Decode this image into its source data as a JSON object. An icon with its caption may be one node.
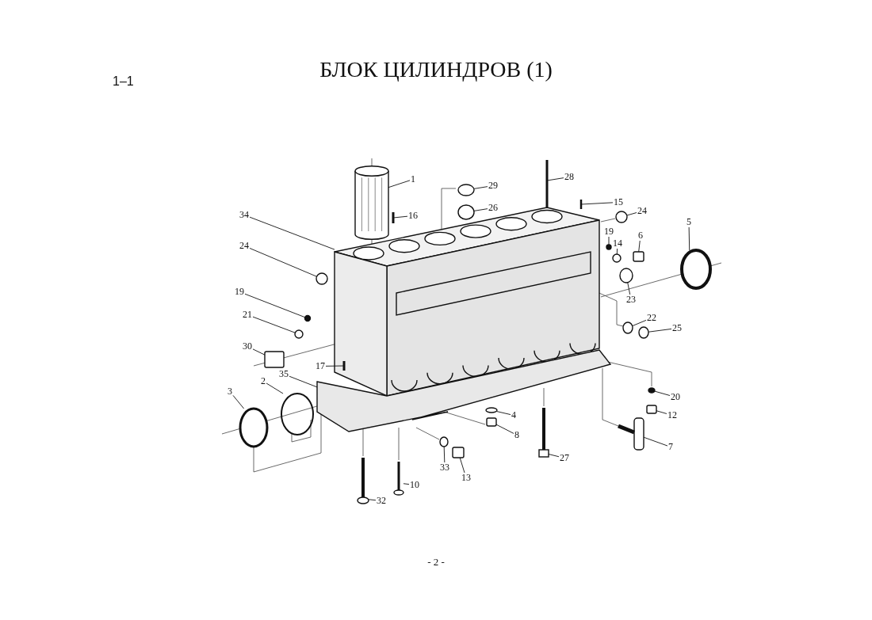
{
  "diagram": {
    "title": "БЛОК ЦИЛИНДРОВ (1)",
    "nodes": [
      {
        "text": [
          "1"
        ]
      },
      {
        "text": [
          "16"
        ]
      },
      {
        "text": [
          "29"
        ]
      },
      {
        "text": [
          "26"
        ]
      },
      {
        "text": [
          "28"
        ]
      },
      {
        "text": [
          "15"
        ]
      },
      {
        "text": [
          "24"
        ]
      },
      {
        "text": [
          "34"
        ]
      },
      {
        "text": [
          "24"
        ]
      },
      {
        "text": [
          "19"
        ]
      },
      {
        "text": [
          "21"
        ]
      },
      {
        "text": [
          "30"
        ]
      },
      {
        "text": [
          "19"
        ]
      },
      {
        "text": [
          "14"
        ]
      },
      {
        "text": [
          "6"
        ]
      },
      {
        "text": [
          "5"
        ]
      },
      {
        "text": [
          "23"
        ]
      },
      {
        "text": [
          "22"
        ]
      },
      {
        "text": [
          "25"
        ]
      },
      {
        "text": [
          "17"
        ]
      },
      {
        "text": [
          "35"
        ]
      },
      {
        "text": [
          "2"
        ]
      },
      {
        "text": [
          "3"
        ]
      },
      {
        "text": [
          "20"
        ]
      },
      {
        "text": [
          "4"
        ]
      },
      {
        "text": [
          "12"
        ]
      },
      {
        "text": [
          "8"
        ]
      },
      {
        "text": [
          "7"
        ]
      },
      {
        "text": [
          "27"
        ]
      },
      {
        "text": [
          "33"
        ]
      },
      {
        "text": [
          "13"
        ]
      },
      {
        "text": [
          "10"
        ]
      },
      {
        "text": [
          "32"
        ]
      },
      {
        "text": [],
        "shape": "cylinder"
      },
      {
        "text": [],
        "shape": "picture"
      },
      {
        "text": [],
        "shape": "circle"
      },
      {
        "text": [],
        "shape": "circle"
      },
      {
        "text": [],
        "shape": "picture"
      },
      {
        "text": [],
        "shape": "picture"
      },
      {
        "text": [],
        "shape": "circle"
      },
      {
        "text": [],
        "shape": "picture"
      },
      {
        "text": [],
        "shape": "circle"
      },
      {
        "text": [],
        "shape": "circle"
      },
      {
        "text": [],
        "shape": "circle"
      },
      {
        "text": [],
        "shape": "box"
      },
      {
        "text": [],
        "shape": "circle"
      },
      {
        "text": [],
        "shape": "circle"
      },
      {
        "text": [],
        "shape": "box"
      },
      {
        "text": [],
        "shape": "circle"
      },
      {
        "text": [],
        "shape": "circle"
      },
      {
        "text": [],
        "shape": "circle"
      },
      {
        "text": [],
        "shape": "circle"
      },
      {
        "text": [],
        "shape": "picture"
      },
      {
        "text": [],
        "shape": "picture"
      },
      {
        "text": [],
        "shape": "circle"
      },
      {
        "text": [],
        "shape": "circle"
      },
      {
        "text": [],
        "shape": "circle"
      },
      {
        "text": [],
        "shape": "circle"
      },
      {
        "text": [],
        "shape": "box"
      },
      {
        "text": [],
        "shape": "box"
      },
      {
        "text": [],
        "shape": "picture"
      },
      {
        "text": [],
        "shape": "picture"
      },
      {
        "text": [],
        "shape": "circle"
      },
      {
        "text": [],
        "shape": "box"
      },
      {
        "text": [],
        "shape": "picture"
      },
      {
        "text": [],
        "shape": "picture"
      }
    ],
    "edges": [
      {
        "from": 0,
        "to": 33,
        "arrow": "none"
      },
      {
        "from": 1,
        "to": 34,
        "arrow": "none"
      },
      {
        "from": 2,
        "to": 35,
        "arrow": "none"
      },
      {
        "from": 3,
        "to": 36,
        "arrow": "none"
      },
      {
        "from": 4,
        "to": 37,
        "arrow": "none"
      },
      {
        "from": 5,
        "to": 38,
        "arrow": "none"
      },
      {
        "from": 6,
        "to": 39,
        "arrow": "none"
      },
      {
        "from": 7,
        "to": 40,
        "arrow": "none"
      },
      {
        "from": 8,
        "to": 41,
        "arrow": "none"
      },
      {
        "from": 9,
        "to": 42,
        "arrow": "none"
      },
      {
        "from": 10,
        "to": 43,
        "arrow": "none"
      },
      {
        "from": 11,
        "to": 44,
        "arrow": "none"
      },
      {
        "from": 12,
        "to": 45,
        "arrow": "none"
      },
      {
        "from": 13,
        "to": 46,
        "arrow": "none"
      },
      {
        "from": 14,
        "to": 47,
        "arrow": "none"
      },
      {
        "from": 15,
        "to": 48,
        "arrow": "none"
      },
      {
        "from": 16,
        "to": 49,
        "arrow": "none"
      },
      {
        "from": 17,
        "to": 50,
        "arrow": "none"
      },
      {
        "from": 18,
        "to": 51,
        "arrow": "none"
      },
      {
        "from": 19,
        "to": 52,
        "arrow": "none"
      },
      {
        "from": 20,
        "to": 53,
        "arrow": "none"
      },
      {
        "from": 21,
        "to": 54,
        "arrow": "none"
      },
      {
        "from": 22,
        "to": 55,
        "arrow": "none"
      },
      {
        "from": 23,
        "to": 56,
        "arrow": "none"
      },
      {
        "from": 24,
        "to": 57,
        "arrow": "none"
      },
      {
        "from": 25,
        "to": 58,
        "arrow": "none"
      },
      {
        "from": 26,
        "to": 59,
        "arrow": "none"
      },
      {
        "from": 27,
        "to": 60,
        "arrow": "none"
      },
      {
        "from": 28,
        "to": 61,
        "arrow": "none"
      },
      {
        "from": 29,
        "to": 62,
        "arrow": "none"
      },
      {
        "from": 30,
        "to": 63,
        "arrow": "none"
      },
      {
        "from": 31,
        "to": 64,
        "arrow": "none"
      },
      {
        "from": 32,
        "to": 65,
        "arrow": "none"
      }
    ],
    "labels": [
      "1–1",
      "- 2 -"
    ]
  }
}
